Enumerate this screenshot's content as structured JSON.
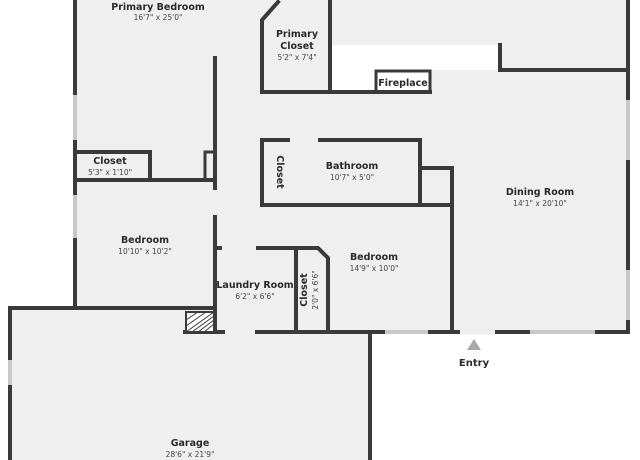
{
  "rooms": {
    "primary_bedroom": {
      "name": "Primary Bedroom",
      "dims": "16'7\" x 25'0\""
    },
    "primary_closet": {
      "name_line1": "Primary",
      "name_line2": "Closet",
      "dims": "5'2\" x 7'4\""
    },
    "fireplace": {
      "name": "Fireplace"
    },
    "closet_left": {
      "name": "Closet",
      "dims": "5'3\" x 1'10\""
    },
    "closet_vertical": {
      "name": "Closet"
    },
    "bathroom": {
      "name": "Bathroom",
      "dims": "10'7\" x 5'0\""
    },
    "dining_room": {
      "name": "Dining Room",
      "dims": "14'1\" x 20'10\""
    },
    "bedroom_left": {
      "name": "Bedroom",
      "dims": "10'10\" x 10'2\""
    },
    "bedroom_center": {
      "name": "Bedroom",
      "dims": "14'9\" x 10'0\""
    },
    "laundry_room": {
      "name": "Laundry Room",
      "dims": "6'2\" x 6'6\""
    },
    "closet_small": {
      "name": "Closet",
      "dims": "2'0\" x 6'6\""
    },
    "garage": {
      "name": "Garage",
      "dims": "28'6\" x 21'9\""
    }
  },
  "entry": {
    "label": "Entry"
  },
  "colors": {
    "wall": "#3a3a3a",
    "floor": "#efefef",
    "window": "#c8c8c8"
  }
}
